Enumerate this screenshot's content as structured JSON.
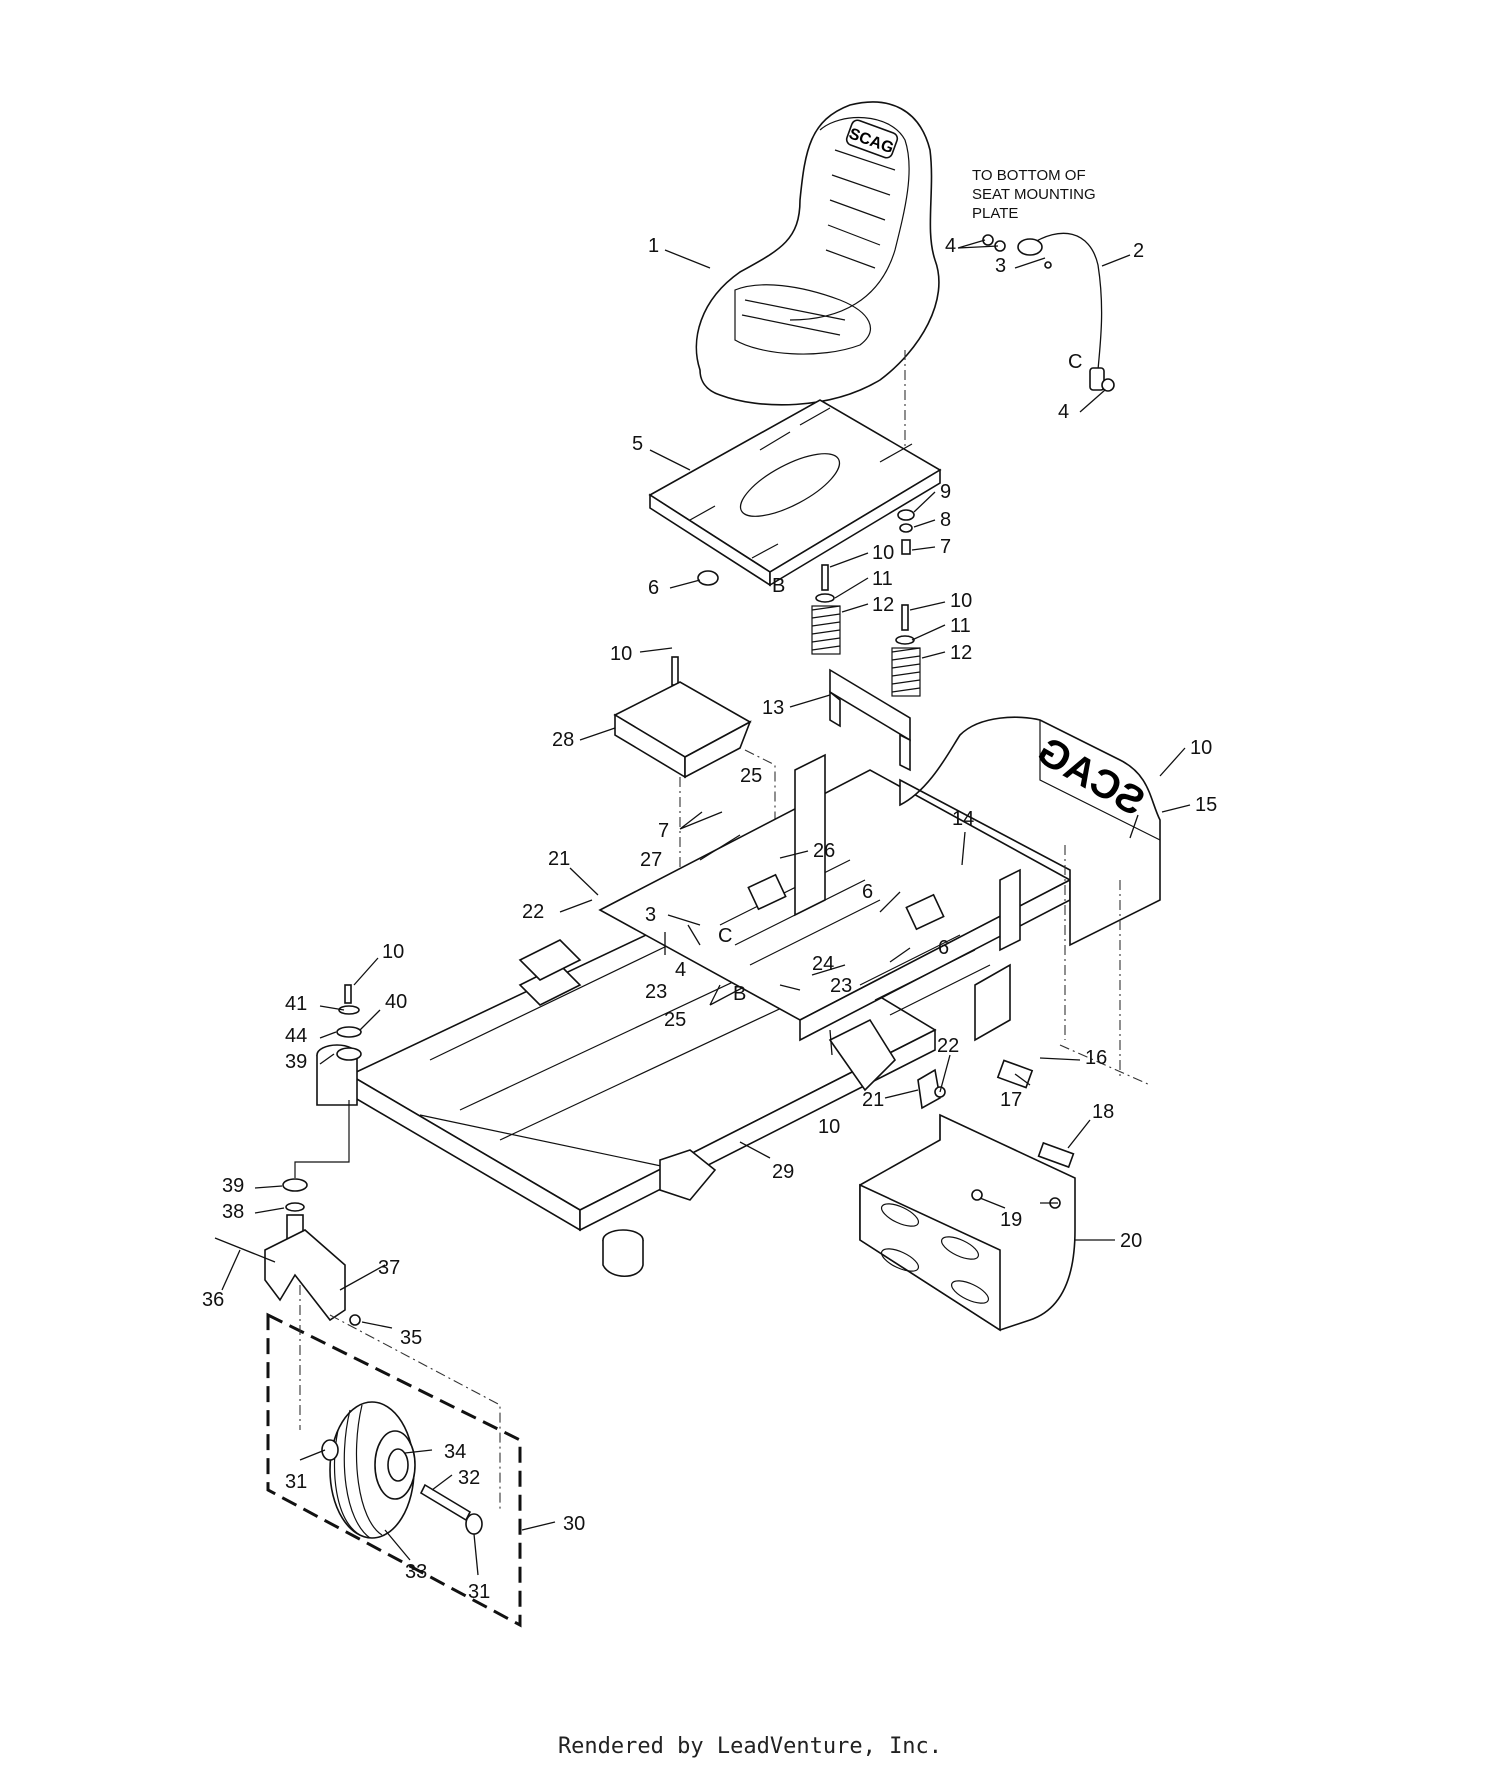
{
  "note": {
    "lines": [
      "TO BOTTOM OF",
      "SEAT MOUNTING",
      "PLATE"
    ]
  },
  "brand": "SCAG",
  "letters": {
    "a": "C",
    "b": "B"
  },
  "footer": "Rendered by LeadVenture, Inc.",
  "callouts": [
    {
      "n": "1"
    },
    {
      "n": "2"
    },
    {
      "n": "3"
    },
    {
      "n": "4"
    },
    {
      "n": "4"
    },
    {
      "n": "5"
    },
    {
      "n": "6"
    },
    {
      "n": "7"
    },
    {
      "n": "8"
    },
    {
      "n": "9"
    },
    {
      "n": "10"
    },
    {
      "n": "11"
    },
    {
      "n": "12"
    },
    {
      "n": "10"
    },
    {
      "n": "11"
    },
    {
      "n": "12"
    },
    {
      "n": "10"
    },
    {
      "n": "13"
    },
    {
      "n": "28"
    },
    {
      "n": "10"
    },
    {
      "n": "15"
    },
    {
      "n": "25"
    },
    {
      "n": "14"
    },
    {
      "n": "7"
    },
    {
      "n": "26"
    },
    {
      "n": "27"
    },
    {
      "n": "21"
    },
    {
      "n": "22"
    },
    {
      "n": "3"
    },
    {
      "n": "6"
    },
    {
      "n": "6"
    },
    {
      "n": "4"
    },
    {
      "n": "23"
    },
    {
      "n": "24"
    },
    {
      "n": "23"
    },
    {
      "n": "25"
    },
    {
      "n": "10"
    },
    {
      "n": "41"
    },
    {
      "n": "40"
    },
    {
      "n": "44"
    },
    {
      "n": "39"
    },
    {
      "n": "16"
    },
    {
      "n": "22"
    },
    {
      "n": "17"
    },
    {
      "n": "21"
    },
    {
      "n": "10"
    },
    {
      "n": "18"
    },
    {
      "n": "29"
    },
    {
      "n": "39"
    },
    {
      "n": "38"
    },
    {
      "n": "19"
    },
    {
      "n": "20"
    },
    {
      "n": "36"
    },
    {
      "n": "37"
    },
    {
      "n": "35"
    },
    {
      "n": "34"
    },
    {
      "n": "31"
    },
    {
      "n": "32"
    },
    {
      "n": "30"
    },
    {
      "n": "33"
    },
    {
      "n": "31"
    }
  ]
}
